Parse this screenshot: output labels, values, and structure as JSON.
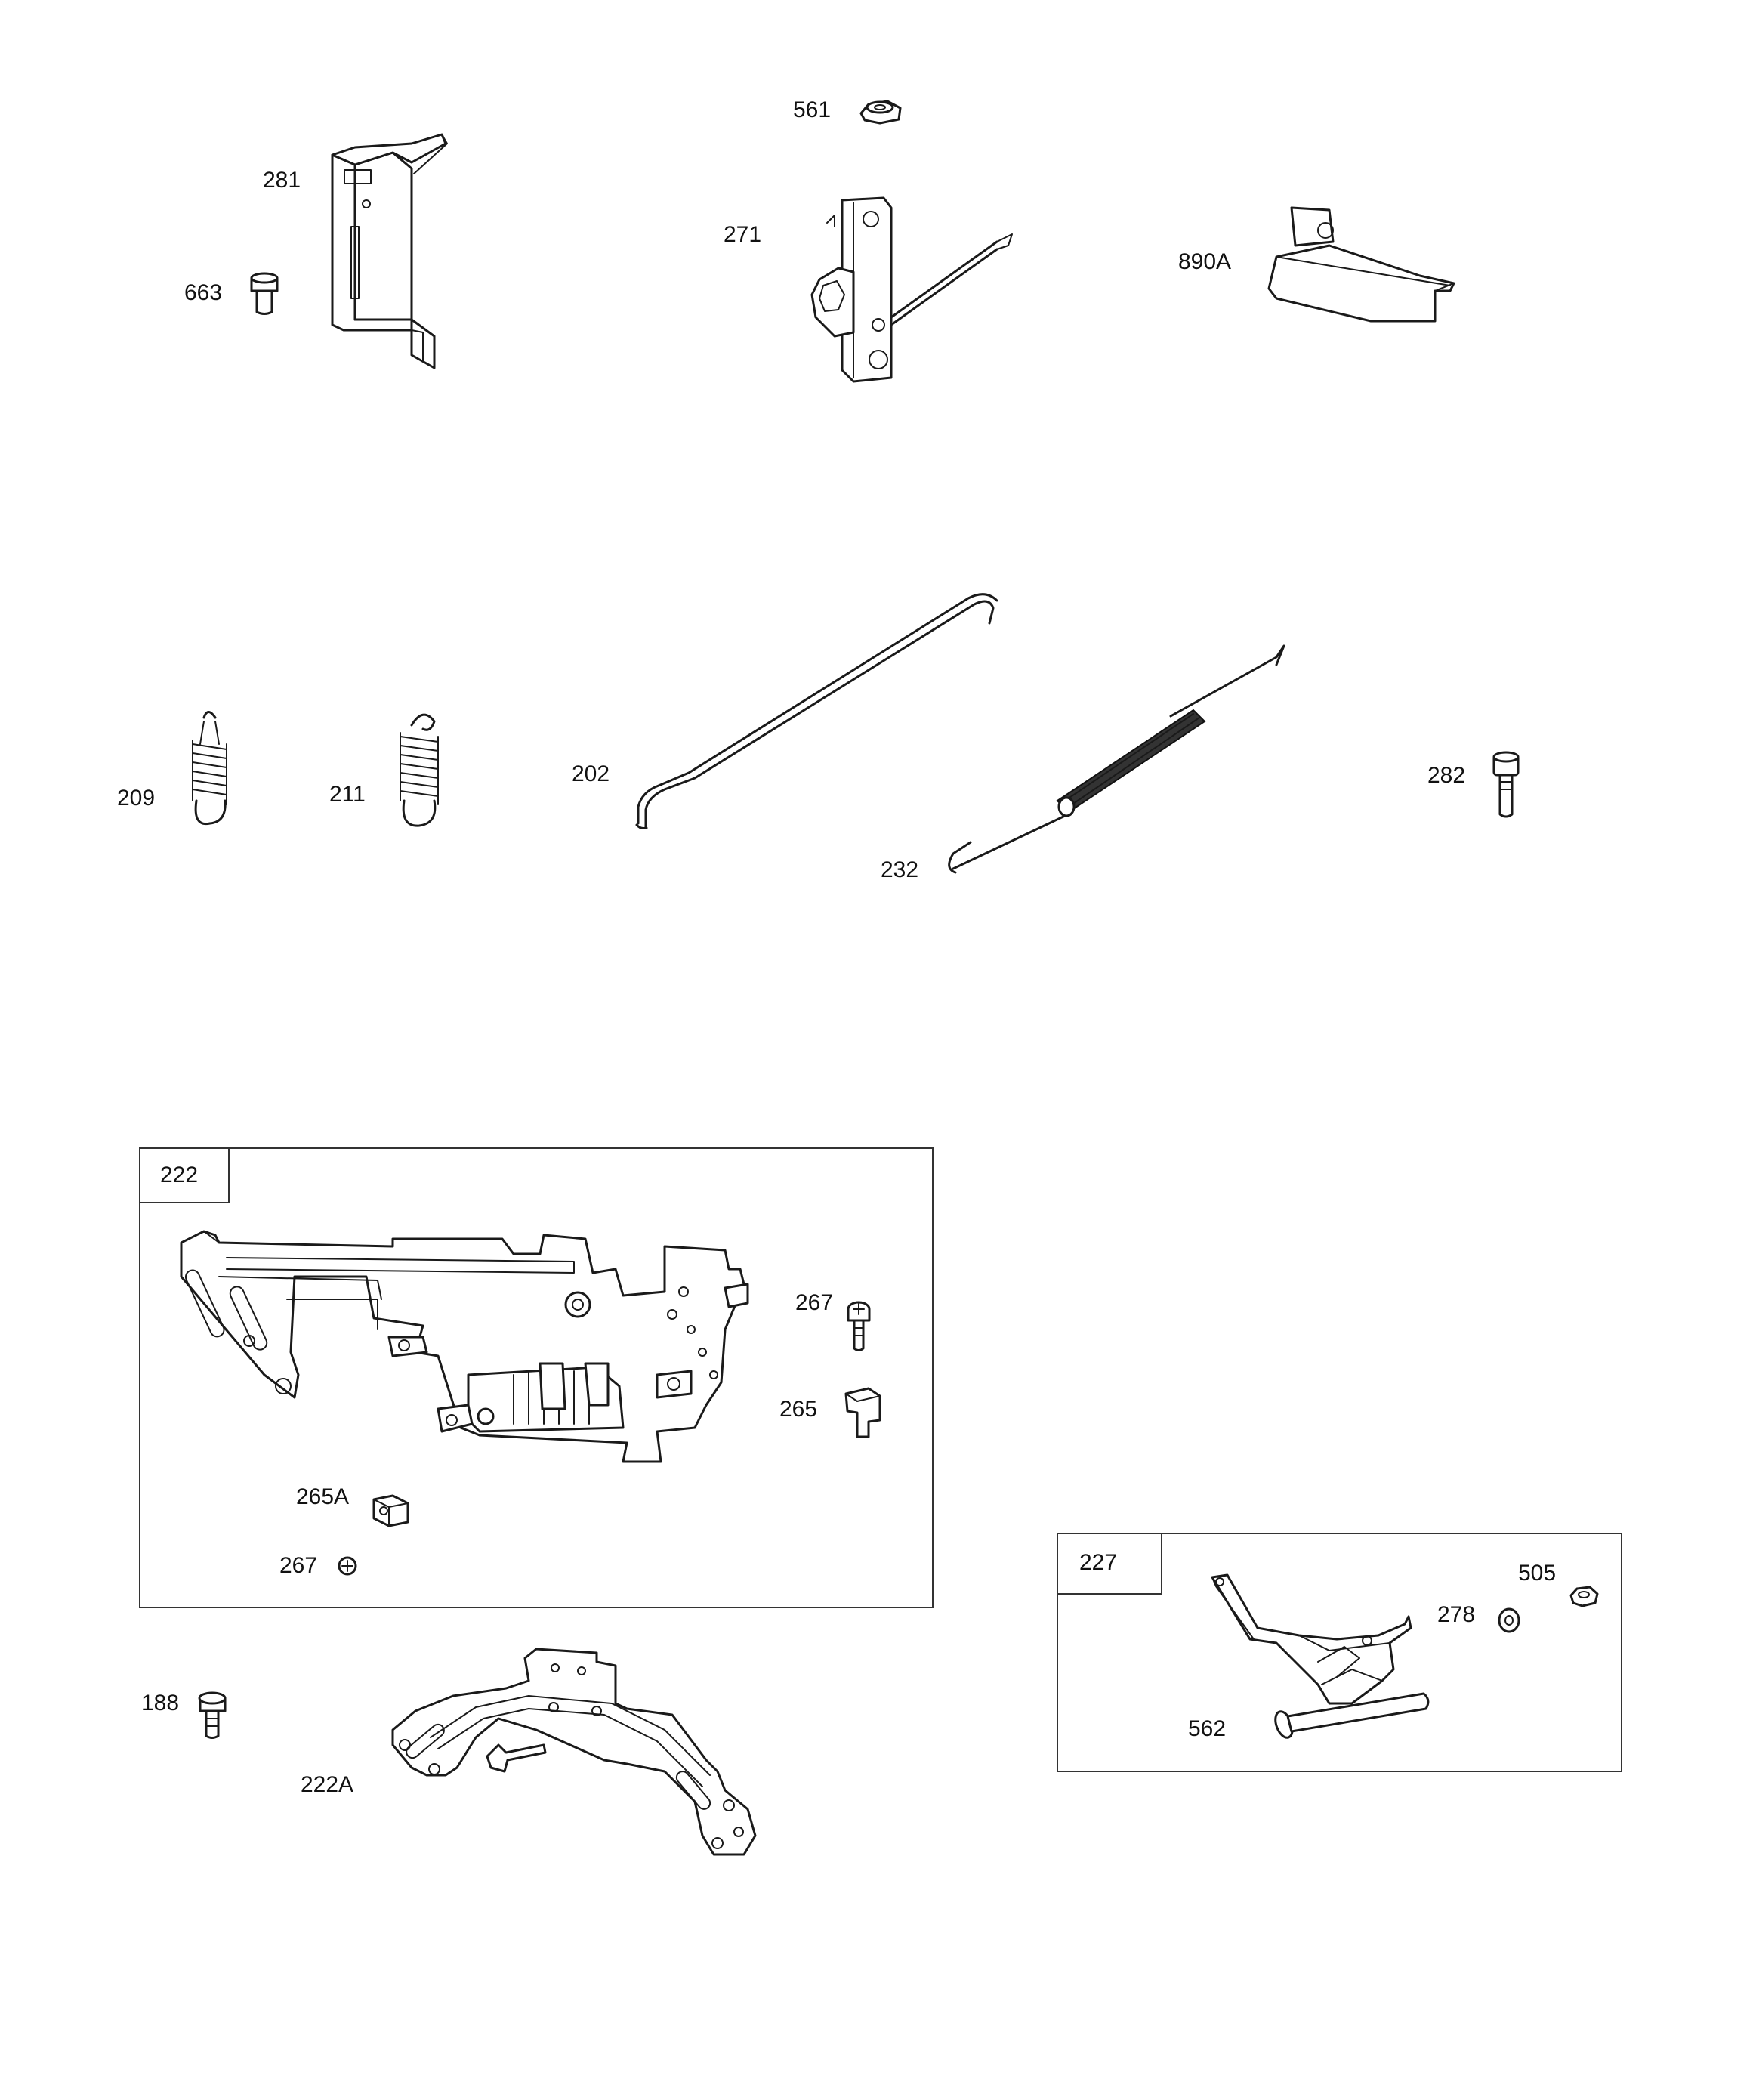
{
  "diagram": {
    "parts": [
      {
        "id": "part-281",
        "label": "281"
      },
      {
        "id": "part-663",
        "label": "663"
      },
      {
        "id": "part-561",
        "label": "561"
      },
      {
        "id": "part-271",
        "label": "271"
      },
      {
        "id": "part-890a",
        "label": "890A"
      },
      {
        "id": "part-209",
        "label": "209"
      },
      {
        "id": "part-211",
        "label": "211"
      },
      {
        "id": "part-202",
        "label": "202"
      },
      {
        "id": "part-232",
        "label": "232"
      },
      {
        "id": "part-282",
        "label": "282"
      },
      {
        "id": "part-267-top",
        "label": "267"
      },
      {
        "id": "part-265",
        "label": "265"
      },
      {
        "id": "part-265a",
        "label": "265A"
      },
      {
        "id": "part-267-bottom",
        "label": "267"
      },
      {
        "id": "part-188",
        "label": "188"
      },
      {
        "id": "part-222a",
        "label": "222A"
      },
      {
        "id": "part-505",
        "label": "505"
      },
      {
        "id": "part-278",
        "label": "278"
      },
      {
        "id": "part-562",
        "label": "562"
      }
    ],
    "assemblies": [
      {
        "id": "assembly-222",
        "label": "222"
      },
      {
        "id": "assembly-227",
        "label": "227"
      }
    ]
  }
}
